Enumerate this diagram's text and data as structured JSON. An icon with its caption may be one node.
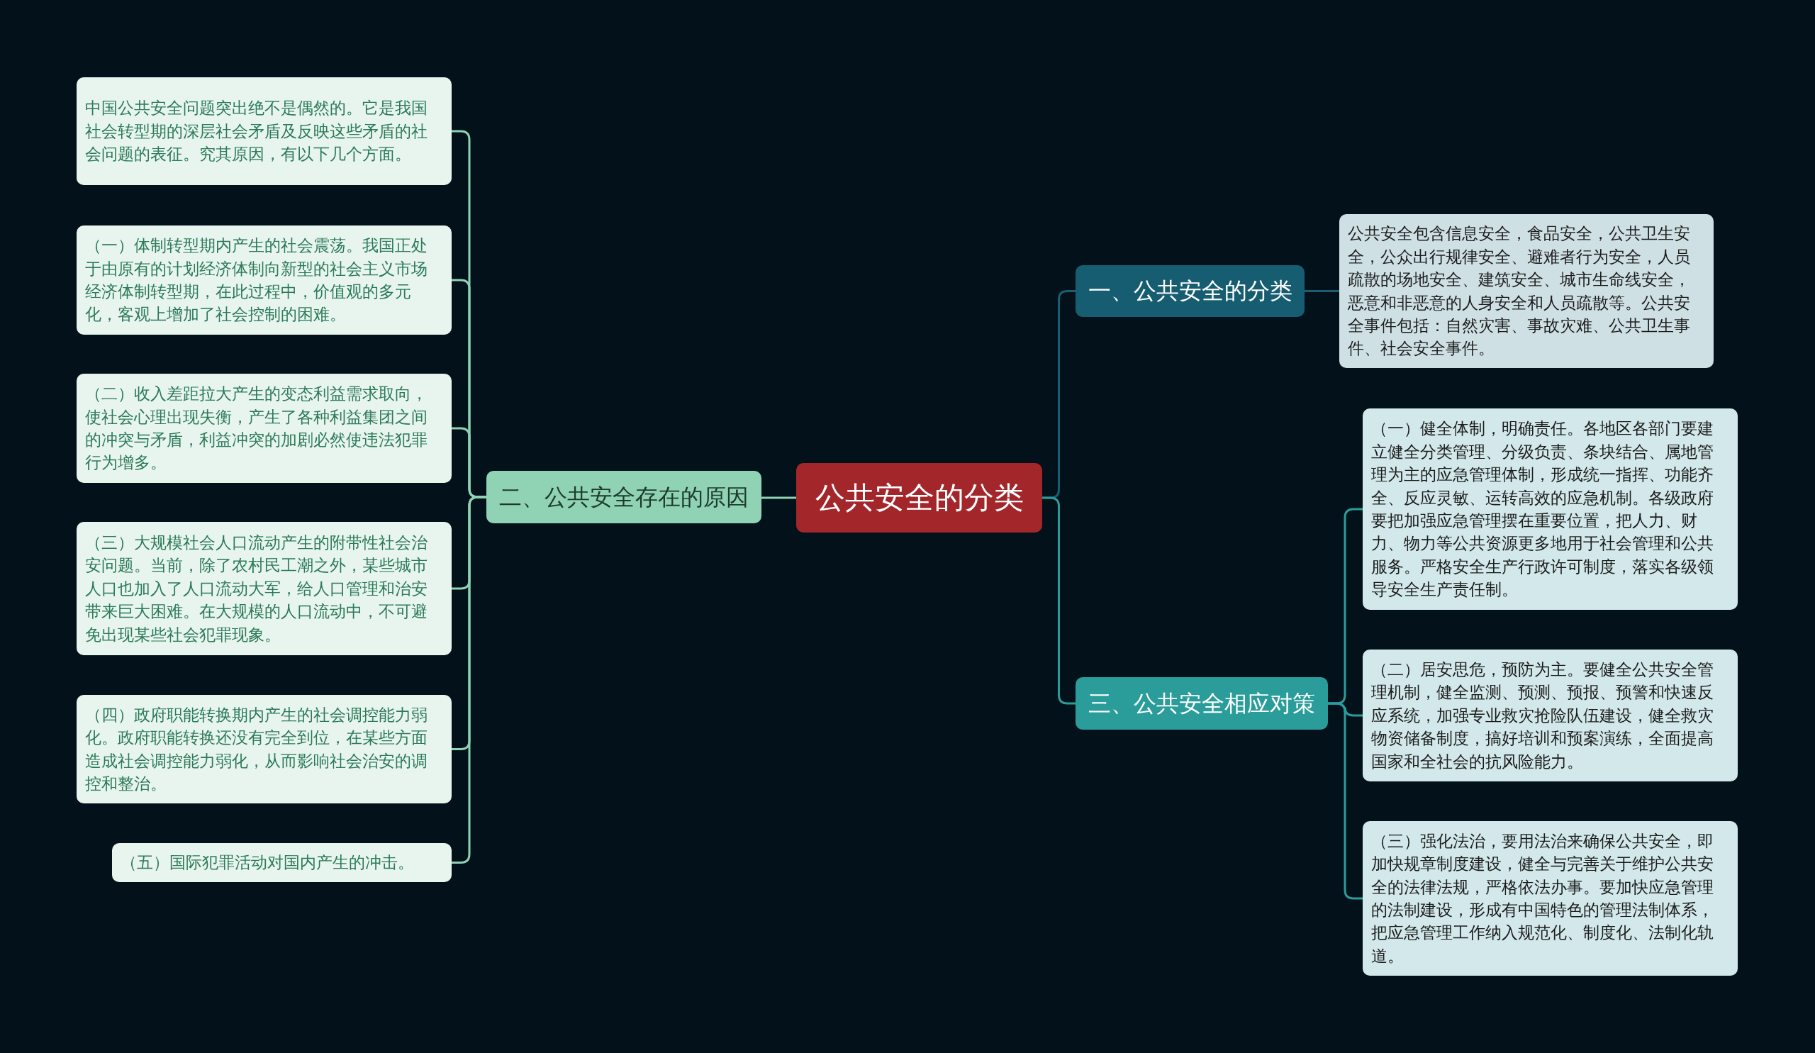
{
  "diagram": {
    "nodes": [
      {
        "text": [
          "公共安全的分类"
        ]
      },
      {
        "text": [
          "二、公共安全存在的原因"
        ]
      },
      {
        "text": [
          "中国公共安全问题突出绝不是偶然的。它是我国社会转型期的深层社会矛盾及反映这些矛盾的社会问题的表征。究其原因，有以下几个方面。"
        ]
      },
      {
        "text": [
          "（一）体制转型期内产生的社会震荡。我国正处于由原有的计划经济体制向新型的社会主义市场经济体制转型期，在此过程中，价值观的多元化，客观上增加了社会控制的困难。"
        ]
      },
      {
        "text": [
          "（二）收入差距拉大产生的变态利益需求取向，使社会心理出现失衡，产生了各种利益集团之间的冲突与矛盾，利益冲突的加剧必然使违法犯罪行为增多。"
        ]
      },
      {
        "text": [
          "（三）大规模社会人口流动产生的附带性社会治安问题。当前，除了农村民工潮之外，某些城市人口也加入了人口流动大军，给人口管理和治安带来巨大困难。在大规模的人口流动中，不可避免出现某些社会犯罪现象。"
        ]
      },
      {
        "text": [
          "（四）政府职能转换期内产生的社会调控能力弱化。政府职能转换还没有完全到位，在某些方面造成社会调控能力弱化，从而影响社会治安的调控和整治。"
        ]
      },
      {
        "text": [
          "（五）国际犯罪活动对国内产生的冲击。"
        ]
      },
      {
        "text": [
          "一、公共安全的分类"
        ]
      },
      {
        "text": [
          "公共安全包含信息安全，食品安全，公共卫生安全，公众出行规律安全、避难者行为安全，人员疏散的场地安全、建筑安全、城市生命线安全，恶意和非恶意的人身安全和人员疏散等。公共安全事件包括：自然灾害、事故灾难、公共卫生事件、社会安全事件。"
        ]
      },
      {
        "text": [
          "三、公共安全相应对策"
        ]
      },
      {
        "text": [
          "（一）健全体制，明确责任。各地区各部门要建立健全分类管理、分级负责、条块结合、属地管理为主的应急管理体制，形成统一指挥、功能齐全、反应灵敏、运转高效的应急机制。各级政府要把加强应急管理摆在重要位置，把人力、财力、物力等公共资源更多地用于社会管理和公共服务。严格安全生产行政许可制度，落实各级领导安全生产责任制。"
        ]
      },
      {
        "text": [
          "（二）居安思危，预防为主。要健全公共安全管理机制，健全监测、预测、预报、预警和快速反应系统，加强专业救灾抢险队伍建设，健全救灾物资储备制度，搞好培训和预案演练，全面提高国家和全社会的抗风险能力。"
        ]
      },
      {
        "text": [
          "（三）强化法治，要用法治来确保公共安全，即加快规章制度建设，健全与完善关于维护公共安全的法律法规，严格依法办事。要加快应急管理的法制建设，形成有中国特色的管理法制体系，把应急管理工作纳入规范化、制度化、法制化轨道。"
        ]
      }
    ],
    "edges": [
      {
        "from": 0,
        "to": 1,
        "arrow": "none"
      },
      {
        "from": 1,
        "to": 2,
        "arrow": "none"
      },
      {
        "from": 1,
        "to": 3,
        "arrow": "none"
      },
      {
        "from": 1,
        "to": 4,
        "arrow": "none"
      },
      {
        "from": 1,
        "to": 5,
        "arrow": "none"
      },
      {
        "from": 1,
        "to": 6,
        "arrow": "none"
      },
      {
        "from": 1,
        "to": 7,
        "arrow": "none"
      },
      {
        "from": 0,
        "to": 8,
        "arrow": "none",
        "color": "#1a5e73"
      },
      {
        "from": 8,
        "to": 9,
        "arrow": "none",
        "color": "#1a5e73"
      },
      {
        "from": 0,
        "to": 10,
        "arrow": "none",
        "color": "#2a9d9a"
      },
      {
        "from": 10,
        "to": 11,
        "arrow": "none",
        "color": "#2a9d9a"
      },
      {
        "from": 10,
        "to": 12,
        "arrow": "none",
        "color": "#2a9d9a"
      },
      {
        "from": 10,
        "to": 13,
        "arrow": "none",
        "color": "#2a9d9a"
      }
    ]
  }
}
